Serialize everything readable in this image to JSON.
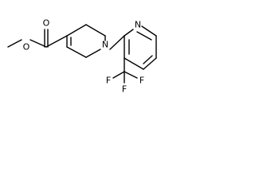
{
  "molecule": {
    "atoms": {
      "ester_carbonyl_oxygen": "O",
      "ester_ether_oxygen": "O",
      "ring_nitrogen_tetrahydropyridine": "N",
      "ring_nitrogen_pyridine": "N",
      "fluorine_1": "F",
      "fluorine_2": "F",
      "fluorine_3": "F"
    }
  }
}
